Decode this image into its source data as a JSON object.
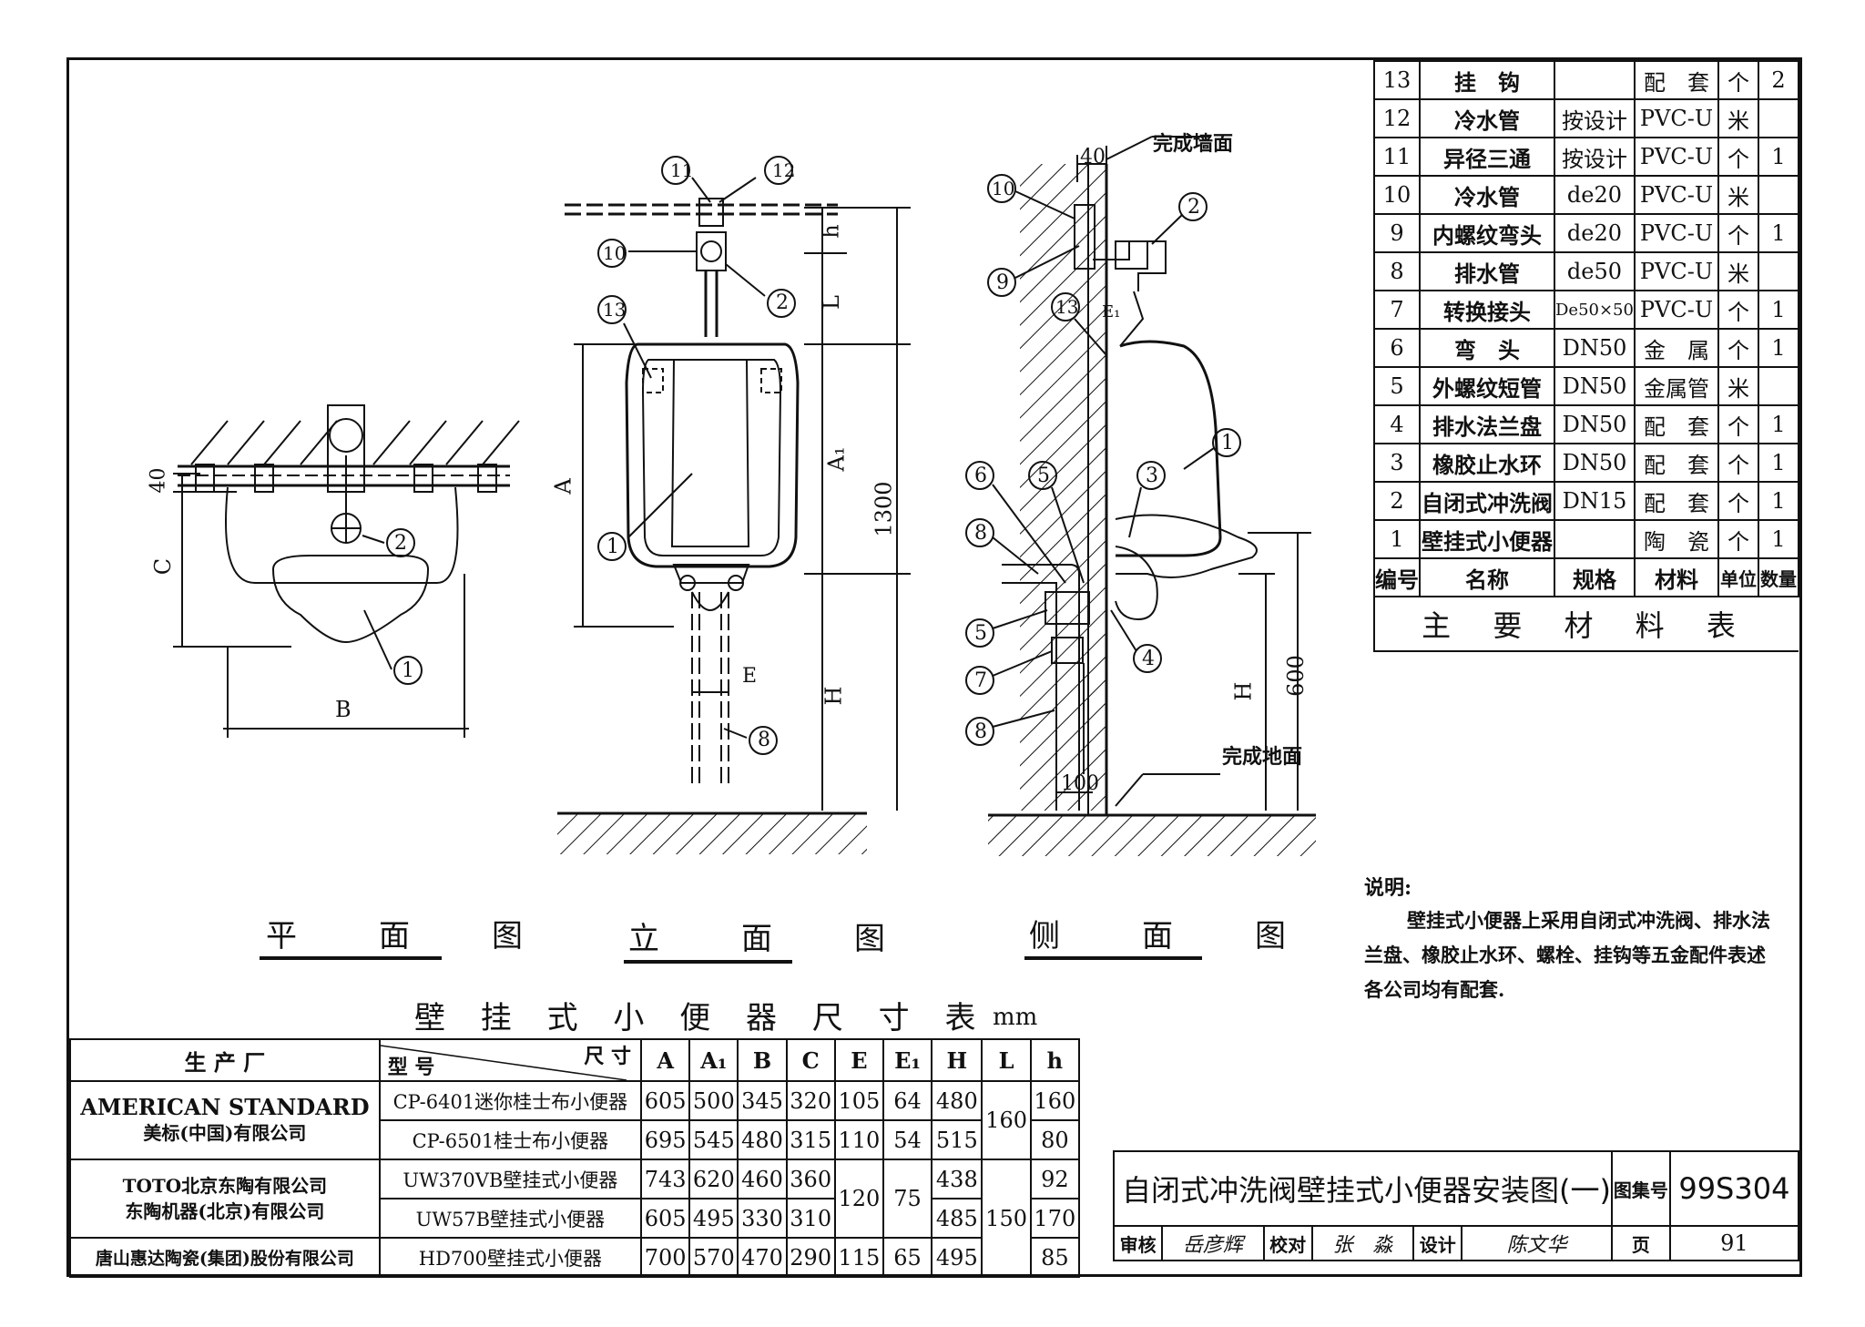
{
  "materials": {
    "rows": [
      {
        "no": "13",
        "name": "挂　钩",
        "spec": "",
        "material": "配　套",
        "unit": "个",
        "qty": "2"
      },
      {
        "no": "12",
        "name": "冷水管",
        "spec": "按设计",
        "material": "PVC-U",
        "unit": "米",
        "qty": ""
      },
      {
        "no": "11",
        "name": "异径三通",
        "spec": "按设计",
        "material": "PVC-U",
        "unit": "个",
        "qty": "1"
      },
      {
        "no": "10",
        "name": "冷水管",
        "spec": "de20",
        "material": "PVC-U",
        "unit": "米",
        "qty": ""
      },
      {
        "no": "9",
        "name": "内螺纹弯头",
        "spec": "de20",
        "material": "PVC-U",
        "unit": "个",
        "qty": "1"
      },
      {
        "no": "8",
        "name": "排水管",
        "spec": "de50",
        "material": "PVC-U",
        "unit": "米",
        "qty": ""
      },
      {
        "no": "7",
        "name": "转换接头",
        "spec": "De50×50",
        "material": "PVC-U",
        "unit": "个",
        "qty": "1"
      },
      {
        "no": "6",
        "name": "弯　头",
        "spec": "DN50",
        "material": "金　属",
        "unit": "个",
        "qty": "1"
      },
      {
        "no": "5",
        "name": "外螺纹短管",
        "spec": "DN50",
        "material": "金属管",
        "unit": "米",
        "qty": ""
      },
      {
        "no": "4",
        "name": "排水法兰盘",
        "spec": "DN50",
        "material": "配　套",
        "unit": "个",
        "qty": "1"
      },
      {
        "no": "3",
        "name": "橡胶止水环",
        "spec": "DN50",
        "material": "配　套",
        "unit": "个",
        "qty": "1"
      },
      {
        "no": "2",
        "name": "自闭式冲洗阀",
        "spec": "DN15",
        "material": "配　套",
        "unit": "个",
        "qty": "1"
      },
      {
        "no": "1",
        "name": "壁挂式小便器",
        "spec": "",
        "material": "陶　瓷",
        "unit": "个",
        "qty": "1"
      }
    ],
    "header": {
      "no": "编号",
      "name": "名称",
      "spec": "规格",
      "material": "材料",
      "unit": "单位",
      "qty": "数量"
    },
    "title": "主 要 材 料 表"
  },
  "notes": {
    "heading": "说明:",
    "line1": "壁挂式小便器上采用自闭式冲洗阀、排水法",
    "line2": "兰盘、橡胶止水环、螺栓、挂钩等五金配件表述",
    "line3": "各公司均有配套."
  },
  "views": {
    "plan": "平　面　图",
    "elevation": "立　面　图",
    "side": "侧　面　图"
  },
  "labels": {
    "wall_finish": "完成墙面",
    "floor_finish": "完成地面",
    "dim_40": "40",
    "dim_40_side": "40",
    "dim_1300": "1300",
    "dim_600": "600",
    "dim_100": "100",
    "C": "C",
    "B": "B",
    "A": "A",
    "A1": "A₁",
    "E": "E",
    "E1": "E₁",
    "H": "H",
    "H_side": "H",
    "L": "L",
    "h": "h"
  },
  "dimension_table": {
    "title": "壁 挂 式 小 便 器 尺 寸 表",
    "unit": "mm",
    "header": {
      "maker": "生 产 厂",
      "size": "尺 寸",
      "model": "型 号",
      "cols": [
        "A",
        "A₁",
        "B",
        "C",
        "E",
        "E₁",
        "H",
        "L",
        "h"
      ]
    },
    "makers": [
      {
        "line1": "AMERICAN STANDARD",
        "line2": "美标(中国)有限公司"
      },
      {
        "line1": "TOTO北京东陶有限公司",
        "line2": "东陶机器(北京)有限公司"
      },
      {
        "line1": "唐山惠达陶瓷(集团)股份有限公司",
        "line2": ""
      }
    ],
    "rows": [
      {
        "model": "CP-6401迷你桂士布小便器",
        "A": "605",
        "A1": "500",
        "B": "345",
        "C": "320",
        "E": "105",
        "E1": "64",
        "H": "480",
        "L": "160",
        "h": "160"
      },
      {
        "model": "CP-6501桂士布小便器",
        "A": "695",
        "A1": "545",
        "B": "480",
        "C": "315",
        "E": "110",
        "E1": "54",
        "H": "515",
        "L": "",
        "h": "80"
      },
      {
        "model": "UW370VB壁挂式小便器",
        "A": "743",
        "A1": "620",
        "B": "460",
        "C": "360",
        "E": "120",
        "E1": "75",
        "H": "438",
        "L": "150",
        "h": "92"
      },
      {
        "model": "UW57B壁挂式小便器",
        "A": "605",
        "A1": "495",
        "B": "330",
        "C": "310",
        "E": "",
        "E1": "",
        "H": "485",
        "L": "",
        "h": "170"
      },
      {
        "model": "HD700壁挂式小便器",
        "A": "700",
        "A1": "570",
        "B": "470",
        "C": "290",
        "E": "115",
        "E1": "65",
        "H": "495",
        "L": "",
        "h": "85"
      }
    ]
  },
  "title_block": {
    "title": "自闭式冲洗阀壁挂式小便器安装图(一)",
    "atlas_label": "图集号",
    "atlas_no": "99S304",
    "review_label": "审核",
    "review_sig": "岳彦辉",
    "check_label": "校对",
    "check_sig": "张　淼",
    "design_label": "设计",
    "design_sig": "陈文华",
    "page_label": "页",
    "page_no": "91"
  }
}
